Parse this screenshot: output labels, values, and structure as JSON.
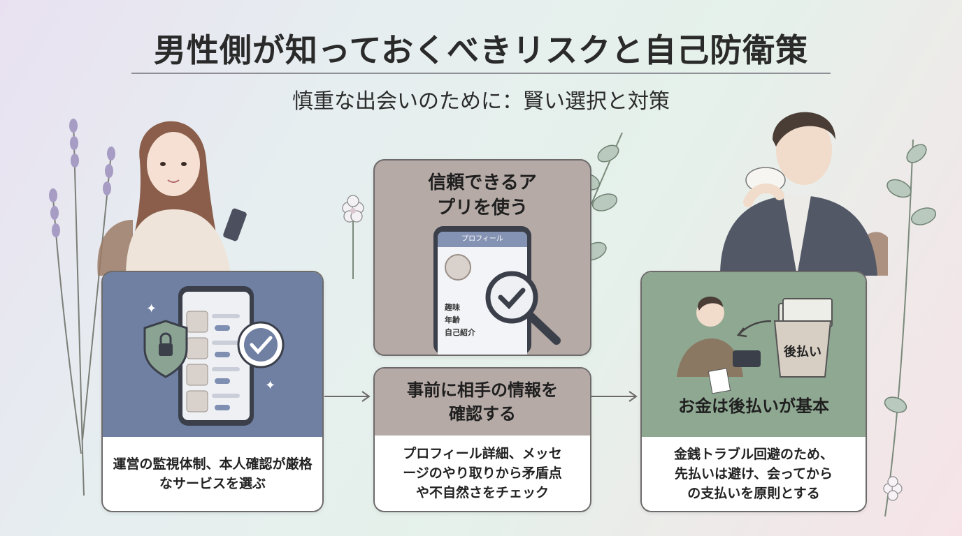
{
  "title": "男性側が知っておくべきリスクと自己防衛策",
  "subtitle": "慎重な出会いのために：賢い選択と対策",
  "cards": {
    "service": {
      "body": "運営の監視体制、本人確認が厳格なサービスを選ぶ"
    },
    "app": {
      "heading_line1": "信頼できるア",
      "heading_line2": "プリを使う",
      "phone_header": "プロフィール",
      "profile_fields": [
        "趣味",
        "年齢",
        "自己紹介"
      ]
    },
    "check": {
      "heading_line1": "事前に相手の情報を",
      "heading_line2": "確認する",
      "body_line1": "プロフィール詳細、メッセ",
      "body_line2": "ージのやり取りから矛盾点",
      "body_line3": "や不自然さをチェック"
    },
    "payment": {
      "heading": "お金は後払いが基本",
      "box_label": "後払い",
      "body_line1": "金銭トラブル回避のため、",
      "body_line2": "先払いは避け、会ってから",
      "body_line3": "の支払いを原則とする"
    }
  },
  "colors": {
    "blue_panel": "#6f80a3",
    "taupe_panel": "#b5aaa6",
    "green_panel": "#8fa892"
  }
}
